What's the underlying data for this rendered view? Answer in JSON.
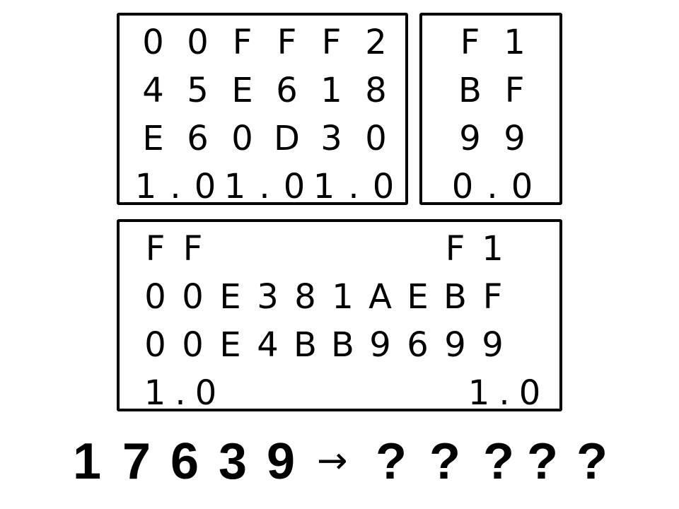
{
  "box_a": {
    "rows": [
      [
        "0",
        "0",
        "F",
        "F",
        "F",
        "2"
      ],
      [
        "4",
        "5",
        "E",
        "6",
        "1",
        "8"
      ],
      [
        "E",
        "6",
        "0",
        "D",
        "3",
        "0"
      ],
      [
        "1",
        ".",
        "0",
        "1",
        ".",
        "0",
        "1",
        ".",
        "0"
      ]
    ]
  },
  "box_b": {
    "rows": [
      [
        "F",
        "1"
      ],
      [
        "B",
        "F"
      ],
      [
        "9",
        "9"
      ],
      [
        "0",
        ".",
        "0"
      ]
    ]
  },
  "box_c": {
    "rows": [
      [
        "F",
        "F",
        "",
        "",
        "",
        "",
        "",
        "",
        "F",
        "1"
      ],
      [
        "0",
        "0",
        "E",
        "3",
        "8",
        "1",
        "A",
        "E",
        "B",
        "F"
      ],
      [
        "0",
        "0",
        "E",
        "4",
        "B",
        "B",
        "9",
        "6",
        "9",
        "9"
      ],
      [
        "1",
        ".",
        "0",
        "",
        "",
        "",
        "",
        "",
        "1",
        ".",
        "0"
      ]
    ]
  },
  "puzzle": {
    "input": [
      "1",
      "7",
      "6",
      "3",
      "9"
    ],
    "arrow": "→",
    "output": [
      "?",
      "?",
      "?",
      "?",
      "?"
    ]
  }
}
